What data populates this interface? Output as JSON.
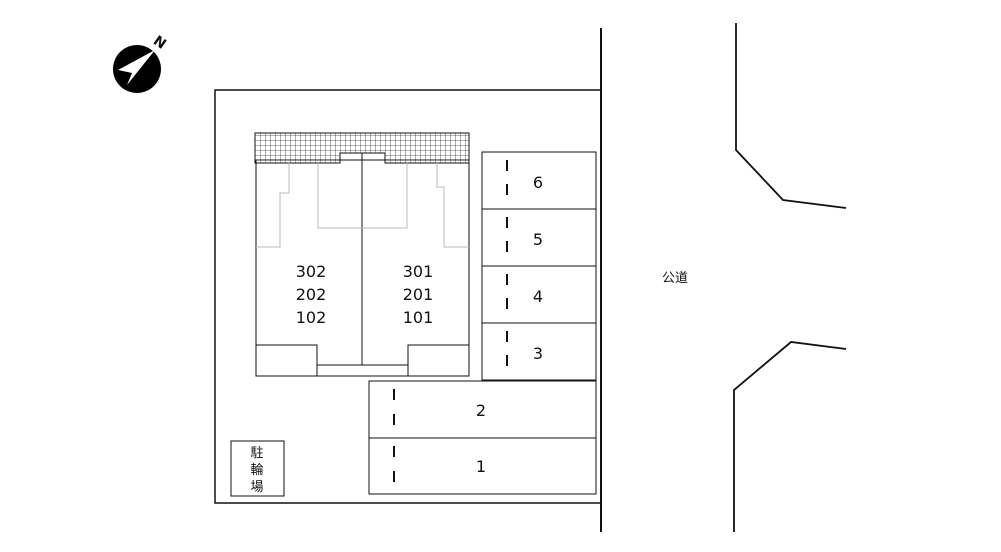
{
  "compass": {
    "north_label": "N",
    "icon": "north-arrow-icon"
  },
  "road": {
    "label": "公道"
  },
  "building": {
    "left_units": [
      "302",
      "202",
      "102"
    ],
    "right_units": [
      "301",
      "201",
      "101"
    ]
  },
  "parking": [
    "6",
    "5",
    "4",
    "3",
    "2",
    "1"
  ],
  "bicycle_parking": [
    "駐",
    "輪",
    "場"
  ],
  "colors": {
    "line": "#111111",
    "grid": "#333333",
    "inner_line": "#bbbbbb",
    "background": "#ffffff"
  }
}
